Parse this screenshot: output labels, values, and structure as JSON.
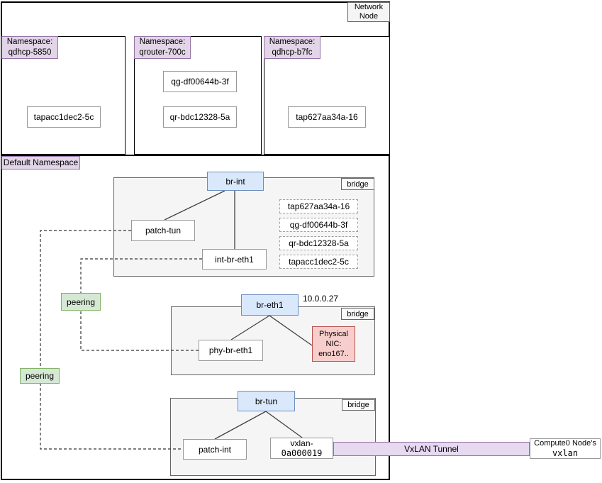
{
  "network_node_label": {
    "line1": "Network",
    "line2": "Node"
  },
  "namespaces": [
    {
      "title_line1": "Namespace:",
      "title_line2": "qdhcp-5850",
      "ports": [
        "tapacc1dec2-5c"
      ]
    },
    {
      "title_line1": "Namespace:",
      "title_line2": "qrouter-700c",
      "ports": [
        "qg-df00644b-3f",
        "qr-bdc12328-5a"
      ]
    },
    {
      "title_line1": "Namespace:",
      "title_line2": "qdhcp-b7fc",
      "ports": [
        "tap627aa34a-16"
      ]
    }
  ],
  "default_namespace_label": "Default Namespace",
  "br_int": {
    "name": "br-int",
    "type_tag": "bridge",
    "ports": {
      "patch_tun": "patch-tun",
      "int_br_eth1": "int-br-eth1"
    },
    "attached_ports": [
      "tap627aa34a-16",
      "qg-df00644b-3f",
      "qr-bdc12328-5a",
      "tapacc1dec2-5c"
    ]
  },
  "br_eth1": {
    "name": "br-eth1",
    "type_tag": "bridge",
    "ip_address": "10.0.0.27",
    "ports": {
      "phy_br_eth1": "phy-br-eth1"
    },
    "physical_nic": {
      "line1": "Physical",
      "line2": "NIC:",
      "line3": "eno167.."
    }
  },
  "br_tun": {
    "name": "br-tun",
    "type_tag": "bridge",
    "ports": {
      "patch_int": "patch-int",
      "vxlan_line1": "vxlan-",
      "vxlan_line2": "0a000019"
    }
  },
  "peering_labels": [
    "peering",
    "peering"
  ],
  "vxlan_tunnel": {
    "label": "VxLAN Tunnel",
    "remote_line1": "Compute0 Node's",
    "remote_line2": "vxlan"
  },
  "colors": {
    "namespace_label_fill": "#E1D5E7",
    "namespace_label_border": "#9673A6",
    "bridge_node_fill": "#DAE8FC",
    "bridge_node_border": "#6C8EBF",
    "peering_fill": "#D5E8D4",
    "peering_border": "#82B366",
    "nic_fill": "#F8CECC",
    "nic_border": "#B85450",
    "container_fill": "#F5F5F5",
    "tunnel_fill": "#E6D9F0",
    "tunnel_border": "#9673A6"
  }
}
